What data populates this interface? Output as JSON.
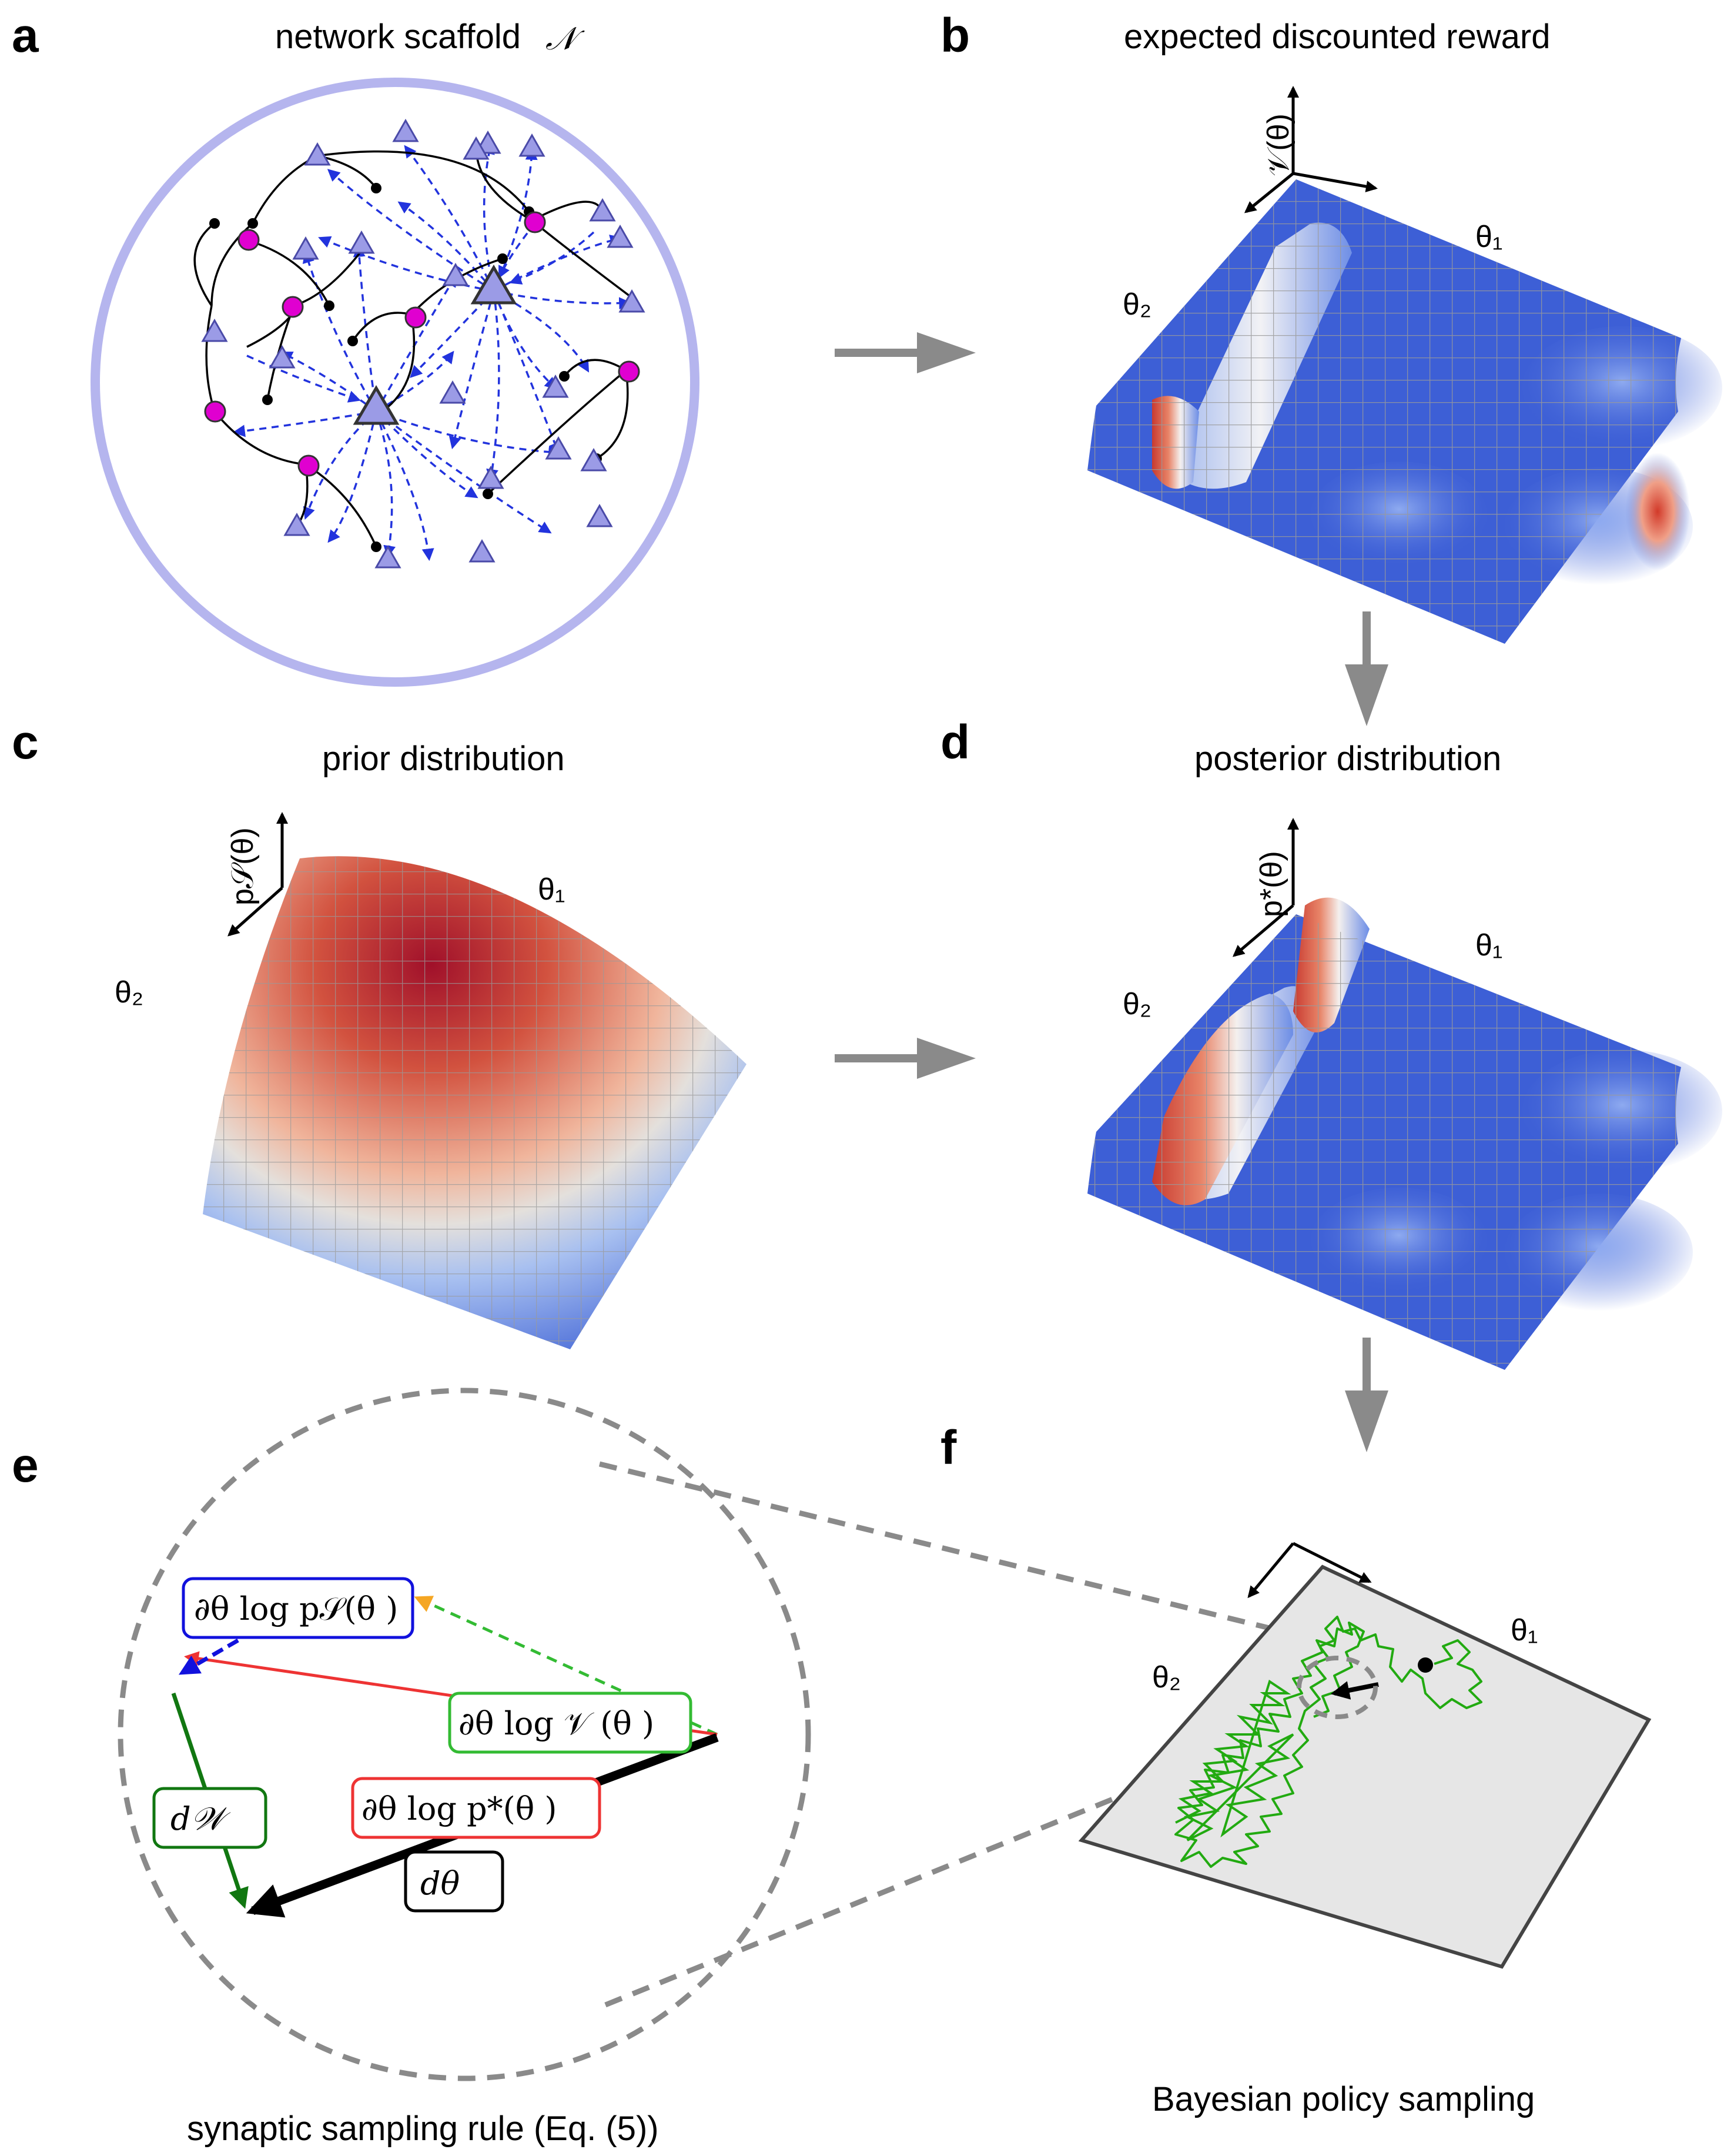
{
  "panels": {
    "a": {
      "label": "a",
      "title": "network scaffold",
      "symbol": "𝒩"
    },
    "b": {
      "label": "b",
      "title": "expected discounted reward",
      "z_axis": "𝒱(θ)",
      "axis1": "θ₁",
      "axis2": "θ₂"
    },
    "c": {
      "label": "c",
      "title": "prior distribution",
      "z_axis": "p𝒮(θ)",
      "axis1": "θ₁",
      "axis2": "θ₂"
    },
    "d": {
      "label": "d",
      "title": "posterior distribution",
      "z_axis": "p*(θ)",
      "axis1": "θ₁",
      "axis2": "θ₂"
    },
    "e": {
      "label": "e",
      "title": "synaptic sampling rule (Eq. (5))",
      "prior_grad": "∂θ log p𝒮(θ )",
      "reward_grad": "∂θ log 𝒱 (θ )",
      "post_grad": "∂θ log p*(θ )",
      "noise": "d𝒲",
      "step": "dθ"
    },
    "f": {
      "label": "f",
      "title": "Bayesian policy sampling",
      "axis1": "θ₁",
      "axis2": "θ₂"
    }
  },
  "colors": {
    "neuron": "#9b9be6",
    "inhibitory": "#e000d0",
    "scaffold_ring": "#b5b5ee",
    "dashed_edge": "#2233dd",
    "arrow_gray": "#8a8a8a",
    "surface_low": "#3d5fd6",
    "surface_high": "#b2182b",
    "prior_grad": "#1111dd",
    "reward_grad": "#33bb33",
    "post_grad": "#ee3333",
    "noise": "#117711",
    "trajectory": "#22aa11"
  }
}
